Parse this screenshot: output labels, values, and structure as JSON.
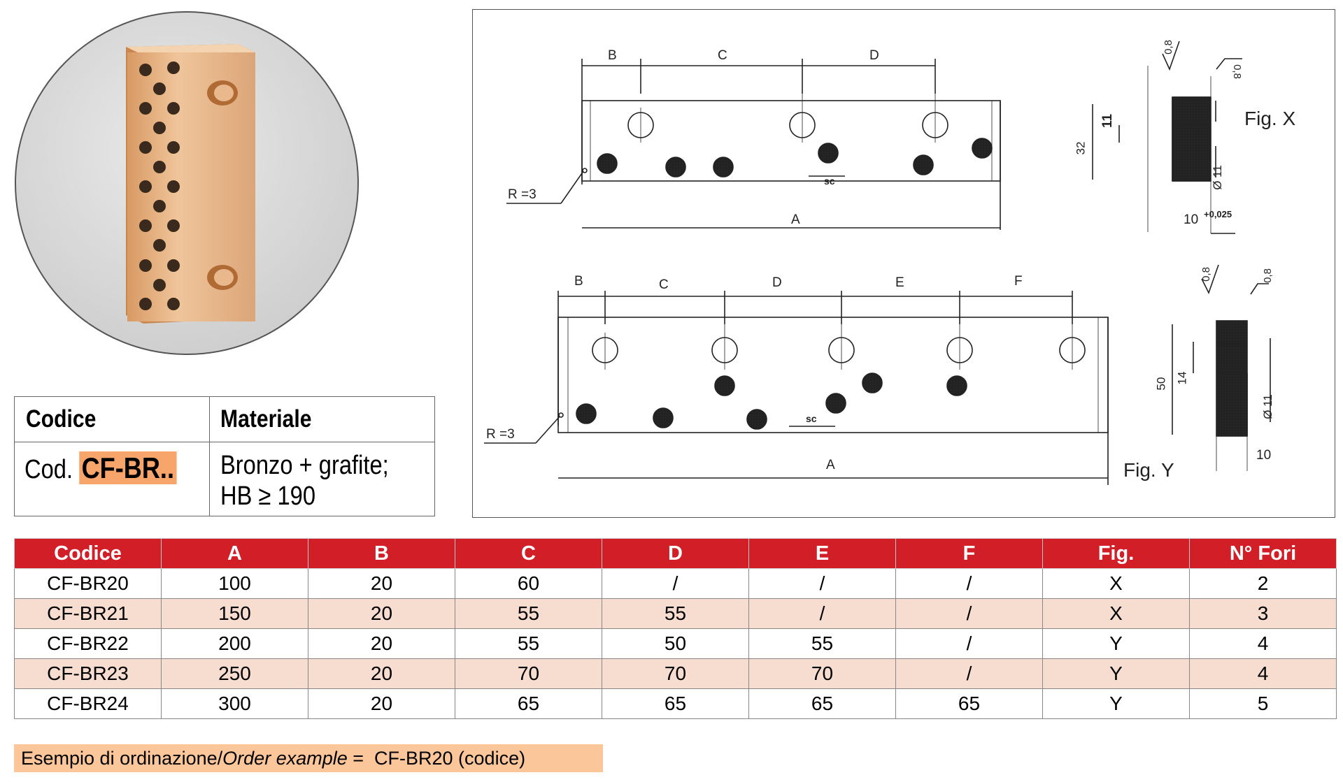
{
  "info_table": {
    "header_code": "Codice",
    "header_material": "Materiale",
    "code_prefix": "Cod.",
    "code_value": "CF-BR..",
    "material_line1": "Bronzo + grafite;",
    "material_line2": "HB ≥ 190"
  },
  "drawing": {
    "fig_x": {
      "label": "Fig. X",
      "dims": [
        "B",
        "C",
        "D",
        "A"
      ],
      "radius": "R =3",
      "sc": "sc",
      "roughness1": "0,8",
      "roughness2": "0,8",
      "height": "32",
      "step": "11",
      "hole_dia": "Ø 11",
      "thickness": "10",
      "tolerance": "+0,025"
    },
    "fig_y": {
      "label": "Fig. Y",
      "dims": [
        "B",
        "C",
        "D",
        "E",
        "F",
        "A"
      ],
      "radius": "R =3",
      "sc": "sc",
      "roughness1": "0,8",
      "roughness2": "0,8",
      "height": "50",
      "step": "14",
      "hole_dia": "Ø 11",
      "thickness": "10"
    }
  },
  "table": {
    "headers": [
      "Codice",
      "A",
      "B",
      "C",
      "D",
      "E",
      "F",
      "Fig.",
      "N° Fori"
    ],
    "rows": [
      [
        "CF-BR20",
        "100",
        "20",
        "60",
        "/",
        "/",
        "/",
        "X",
        "2"
      ],
      [
        "CF-BR21",
        "150",
        "20",
        "55",
        "55",
        "/",
        "/",
        "X",
        "3"
      ],
      [
        "CF-BR22",
        "200",
        "20",
        "55",
        "50",
        "55",
        "/",
        "Y",
        "4"
      ],
      [
        "CF-BR23",
        "250",
        "20",
        "70",
        "70",
        "70",
        "/",
        "Y",
        "4"
      ],
      [
        "CF-BR24",
        "300",
        "20",
        "65",
        "65",
        "65",
        "65",
        "Y",
        "5"
      ]
    ]
  },
  "order_example": {
    "prefix": "Esempio di ordinazione/",
    "italic": "Order example",
    "suffix": " =  CF-BR20 (codice)"
  },
  "colors": {
    "header_red": "#d21f27",
    "row_alt": "#f7dcd0",
    "highlight_orange": "#f7a56a",
    "order_bg": "#fbc79a",
    "bronze": "#e2b084"
  }
}
